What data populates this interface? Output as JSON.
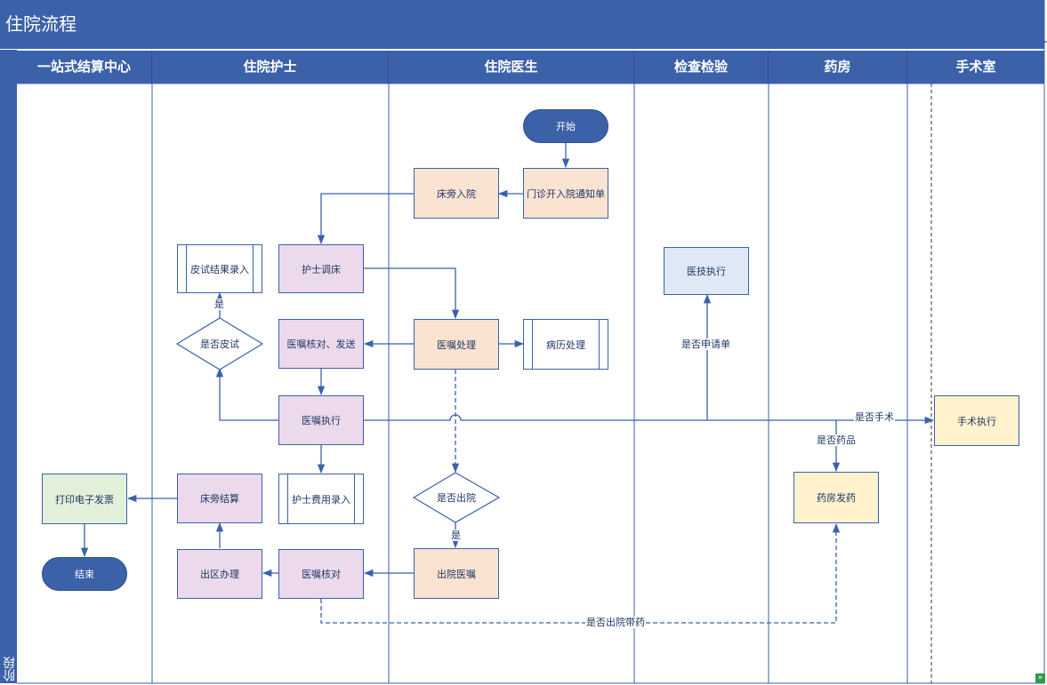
{
  "title": "住院流程",
  "phase_label": "阶段",
  "lanes": [
    "一站式结算中心",
    "住院护士",
    "住院医生",
    "检查检验",
    "药房",
    "手术室"
  ],
  "nodes": {
    "start": "开始",
    "outpatient_notice": "门诊开入院通知单",
    "bedside_admission": "床旁入院",
    "nurse_assign_bed": "护士调床",
    "skin_test_entry": "皮试结果录入",
    "is_skin_test": "是否皮试",
    "order_check_send": "医嘱核对、发送",
    "order_processing": "医嘱处理",
    "record_processing": "病历处理",
    "tech_execution": "医技执行",
    "order_execution": "医嘱执行",
    "surgery_execution": "手术执行",
    "nurse_fee_entry": "护士费用录入",
    "bedside_settlement": "床旁结算",
    "print_invoice": "打印电子发票",
    "end": "结束",
    "is_discharge": "是否出院",
    "discharge_order": "出院医嘱",
    "order_verify": "医嘱核对",
    "ward_discharge": "出区办理",
    "pharmacy_dispense": "药房发药"
  },
  "labels": {
    "yes_skin": "是",
    "yes_discharge": "是",
    "is_application": "是否申请单",
    "is_surgery": "是否手术",
    "is_medicine": "是否药品",
    "discharge_with_medicine": "是否出院带药"
  },
  "colors": {
    "header": "#3b62a9",
    "line": "#3b62a9",
    "orange_fill": "#fbe3d1",
    "pink_fill": "#ecd9ec",
    "blue_fill": "#dfe9f5",
    "green_fill": "#e2efd9",
    "yellow_fill": "#fff2cc"
  },
  "icons": {
    "corner": "expand-icon"
  }
}
